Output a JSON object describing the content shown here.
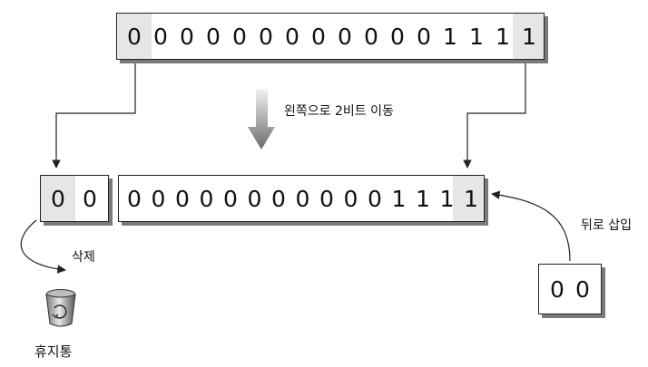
{
  "top_register": {
    "bits": [
      "0",
      "0",
      "0",
      "0",
      "0",
      "0",
      "0",
      "0",
      "0",
      "0",
      "0",
      "0",
      "1",
      "1",
      "1",
      "1"
    ]
  },
  "shifted_register": {
    "bits": [
      "0",
      "0",
      "0",
      "0",
      "0",
      "0",
      "0",
      "0",
      "0",
      "0",
      "0",
      "1",
      "1",
      "1",
      "1"
    ]
  },
  "removed_bits": [
    "0",
    "0"
  ],
  "inserted_bits": [
    "0",
    "0"
  ],
  "labels": {
    "shift": "왼쪽으로 2비트 이동",
    "delete": "삭제",
    "trash": "휴지통",
    "insert": "뒤로 삽입"
  },
  "icons": {
    "shift_arrow": "down-arrow-icon",
    "trash": "recycle-bin-icon"
  }
}
